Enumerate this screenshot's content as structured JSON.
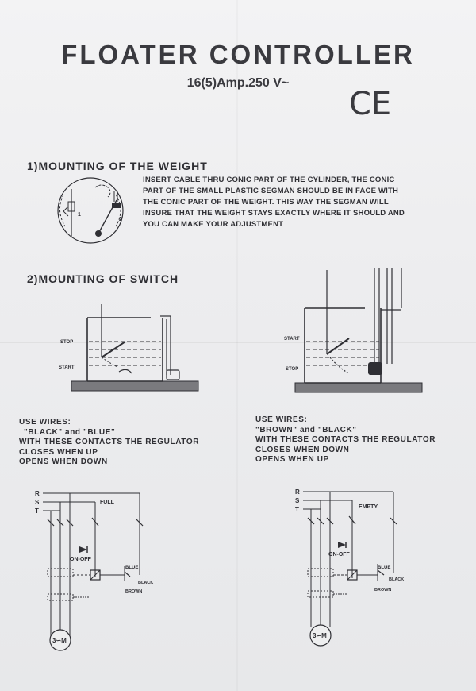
{
  "title": "FLOATER CONTROLLER",
  "rating": "16(5)Amp.250 V~",
  "ce_mark": "CE",
  "section1": {
    "heading": "1)MOUNTING OF THE WEIGHT",
    "lines": [
      "INSERT CABLE THRU CONIC PART OF THE CYLINDER, THE CONIC",
      "PART OF THE SMALL PLASTIC SEGMAN SHOULD BE IN FACE WITH",
      "THE CONIC PART OF THE WEIGHT. THIS WAY THE SEGMAN WILL",
      "INSURE THAT THE WEIGHT STAYS EXACTLY WHERE IT SHOULD AND",
      "YOU CAN MAKE YOUR ADJUSTMENT"
    ],
    "diagram_labels": [
      "1",
      "2"
    ]
  },
  "section2": {
    "heading": "2)MOUNTING OF SWITCH",
    "left": {
      "level_top": "STOP",
      "level_bottom": "START",
      "use_wires": "USE WIRES:",
      "wire_colors": "\"BLACK\" and \"BLUE\"",
      "contact_note": "WITH THESE CONTACTS THE REGULATOR",
      "closes": "CLOSES WHEN UP",
      "opens": "OPENS WHEN DOWN"
    },
    "right": {
      "level_top": "START",
      "level_bottom": "STOP",
      "use_wires": "USE WIRES:",
      "wire_colors": "\"BROWN\" and \"BLACK\"",
      "contact_note": "WITH THESE CONTACTS THE REGULATOR",
      "closes": "CLOSES WHEN DOWN",
      "opens": "OPENS WHEN UP"
    }
  },
  "circuits": {
    "left": {
      "phases": [
        "R",
        "S",
        "T"
      ],
      "state": "FULL",
      "switch": "ON-OFF",
      "wire_blue": "BLUE",
      "wire_black": "BLACK",
      "wire_brown": "BROWN",
      "motor": "3∽M"
    },
    "right": {
      "phases": [
        "R",
        "S",
        "T"
      ],
      "state": "EMPTY",
      "switch": "ON-OFF",
      "wire_blue": "BLUE",
      "wire_black": "BLACK",
      "wire_brown": "BROWN",
      "motor": "3∽M"
    }
  }
}
